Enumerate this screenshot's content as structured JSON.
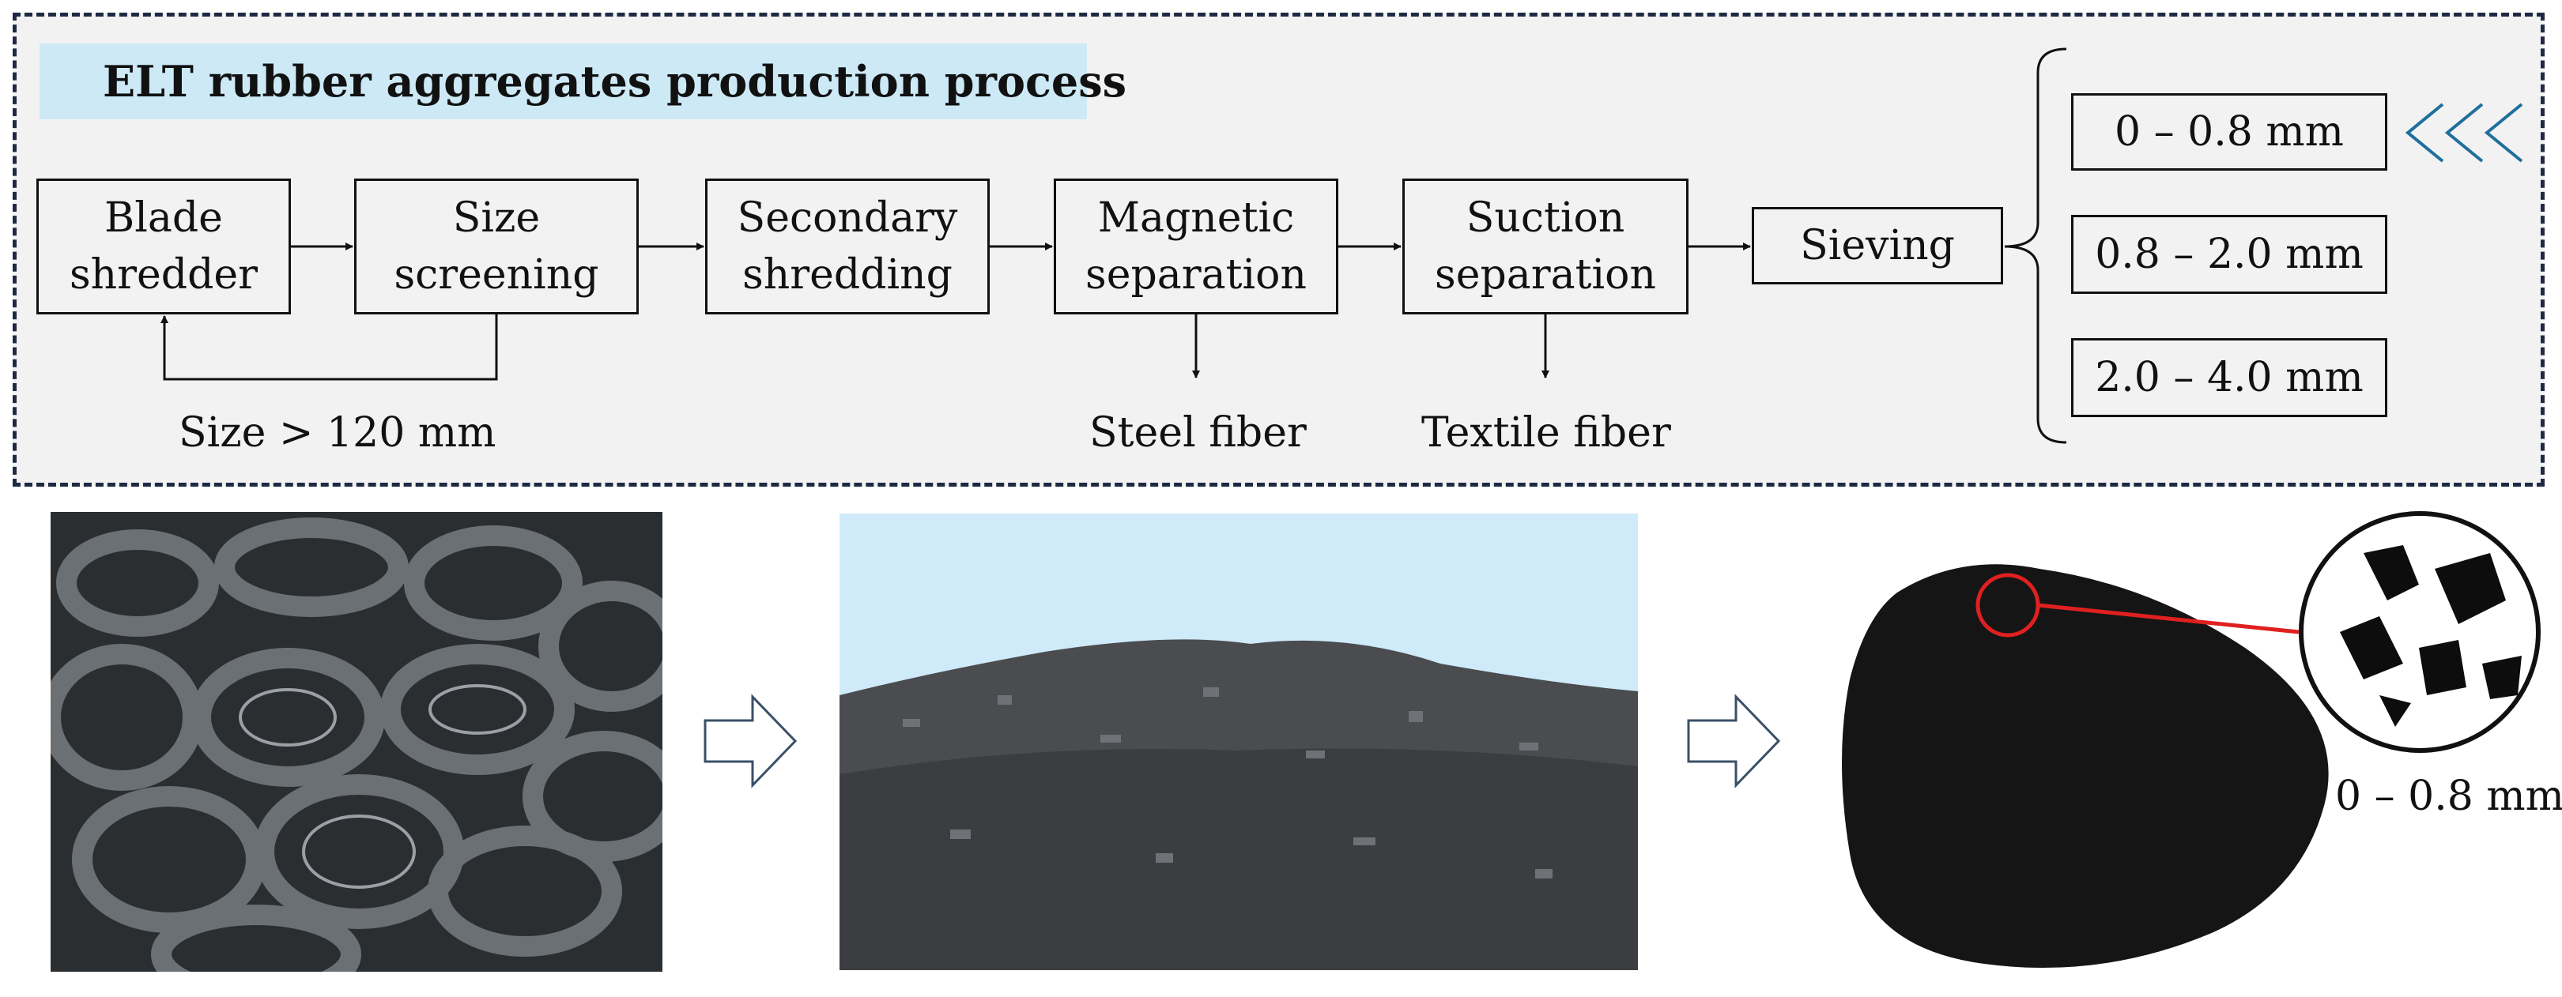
{
  "title": "ELT rubber aggregates production process",
  "steps": [
    {
      "label": "Blade\nshredder"
    },
    {
      "label": "Size\nscreening"
    },
    {
      "label": "Secondary\nshredding"
    },
    {
      "label": "Magnetic\nseparation"
    },
    {
      "label": "Suction\nseparation"
    },
    {
      "label": "Sieving"
    }
  ],
  "outputs": [
    "0 – 0.8 mm",
    "0.8 – 2.0 mm",
    "2.0 – 4.0 mm"
  ],
  "feedback_label": "Size > 120 mm",
  "byproducts": {
    "steel": "Steel fiber",
    "textile": "Textile fiber"
  },
  "selection_marker": "<<<",
  "zoom_label": "0 – 0.8 mm",
  "colors": {
    "panel": "#f2f2f2",
    "title_bg": "#cde9f6",
    "border": "#1e2a44",
    "marker": "#1f6f9c",
    "zoom": "#e02020",
    "sky": "#cfeaf8"
  },
  "photos": [
    "scrap-tires-photo",
    "shredded-rubber-pile-photo",
    "rubber-granules-photo"
  ]
}
